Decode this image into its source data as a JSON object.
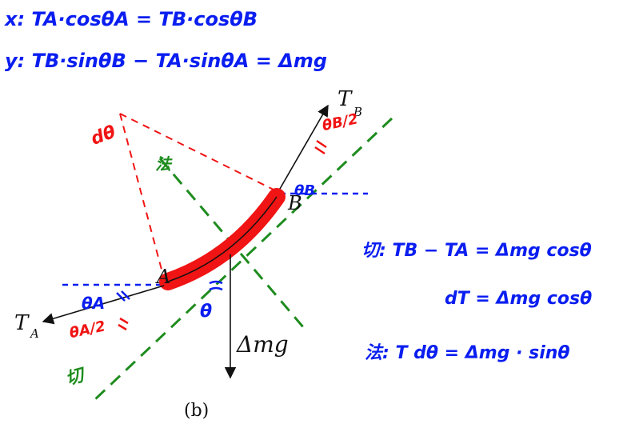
{
  "handwritten_equations": {
    "x_equation": "x: TA·cosθA = TB·cosθB",
    "y_equation": "y: TB·sinθB − TA·sinθA = Δmg",
    "tangent_equation": "切: TB − TA = Δmg cosθ",
    "tangent_result": "dT = Δmg cosθ",
    "normal_equation": "法: T dθ = Δmg · sinθ"
  },
  "printed_labels": {
    "tension_a_symbol": "T",
    "tension_a_subscript": "A",
    "tension_b_symbol": "T",
    "tension_b_subscript": "B",
    "point_a": "A",
    "point_b": "B",
    "weight": "Δmg",
    "caption": "(b)"
  },
  "handwritten_annotations": {
    "theta_a": "θA",
    "theta_b": "θB",
    "theta": "θ",
    "dtheta": "dθ",
    "theta_a_over_2": "θA/2",
    "theta_b_over_2": "θB/2",
    "fa": "法",
    "qie": "切"
  },
  "colors": {
    "blue_ink": "#0a1ef0",
    "red_ink": "#f01414",
    "green_ink": "#1e8c1e",
    "print_ink": "#111111"
  }
}
